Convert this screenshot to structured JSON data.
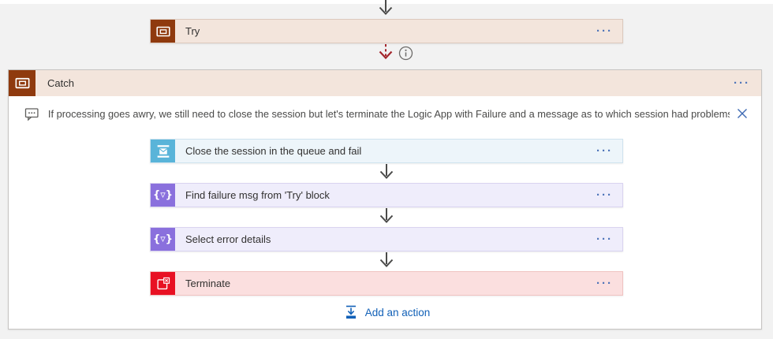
{
  "colors": {
    "canvas_bg": "#f2f2f2",
    "scope_accent": "#8f3a0e",
    "scope_bg": "#f3e5dc",
    "servicebus_accent": "#59b4d9",
    "servicebus_bg": "#edf5fa",
    "dataop_accent": "#8a70dd",
    "dataop_bg": "#efedfb",
    "terminate_accent": "#e81123",
    "terminate_bg": "#fbdfdf",
    "link_blue": "#1160b7",
    "menu_blue": "#4e74b9",
    "error_arrow_red": "#a4262c",
    "connector_arrow_gray": "#4a4a49"
  },
  "try_scope": {
    "label": "Try",
    "menu_label": "···"
  },
  "catch_scope": {
    "label": "Catch",
    "menu_label": "···",
    "comment": "If processing goes awry, we still need to close the session but let's terminate the Logic App with Failure and a message as to which session had problems",
    "actions": [
      {
        "label": "Close the session in the queue and fail",
        "menu_label": "···"
      },
      {
        "label": "Find failure msg from 'Try' block",
        "icon_glyph": "{▿}",
        "menu_label": "···"
      },
      {
        "label": "Select error details",
        "icon_glyph": "{▿}",
        "menu_label": "···"
      },
      {
        "label": "Terminate",
        "menu_label": "···"
      }
    ],
    "add_action_label": "Add an action"
  }
}
